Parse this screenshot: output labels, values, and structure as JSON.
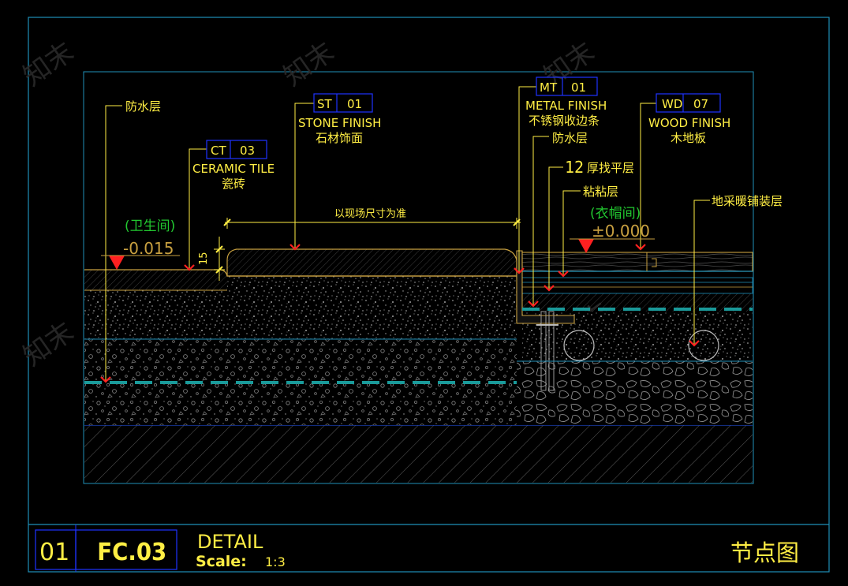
{
  "watermark": "知末",
  "callouts": {
    "waterproof_left": "防水层",
    "stone": {
      "code": "ST",
      "num": "01",
      "en": "STONE FINISH",
      "cn": "石材饰面"
    },
    "ceramic": {
      "code": "CT",
      "num": "03",
      "en": "CERAMIC TILE",
      "cn": "瓷砖"
    },
    "metal": {
      "code": "MT",
      "num": "01",
      "en": "METAL FINISH",
      "cn": "不锈钢收边条"
    },
    "wood": {
      "code": "WD",
      "num": "07",
      "en": "WOOD FINISH",
      "cn": "木地板"
    },
    "waterproof_right": "防水层",
    "screed_num": "12",
    "screed_text": "厚找平层",
    "adhesive": "粘粘层",
    "heating": "地采暖铺装层"
  },
  "dimension_note": "以现场尺寸为准",
  "dimension_15": "15",
  "levels": {
    "bathroom_name": "(卫生间)",
    "bathroom_level": "-0.015",
    "closet_name": "(衣帽间)",
    "closet_level": "±0.000"
  },
  "title_block": {
    "number": "01",
    "code": "FC.03",
    "title": "DETAIL",
    "scale_label": "Scale:",
    "scale_value": "1:3",
    "name_cn": "节点图"
  },
  "colors": {
    "frame": "#1f8fb8",
    "leader": "#ffee44",
    "tag_box": "#1e32ff",
    "layer": "#c8a040",
    "arrow": "#ff2020",
    "level_green": "#22c830",
    "pipe": "#1a9a9a"
  }
}
